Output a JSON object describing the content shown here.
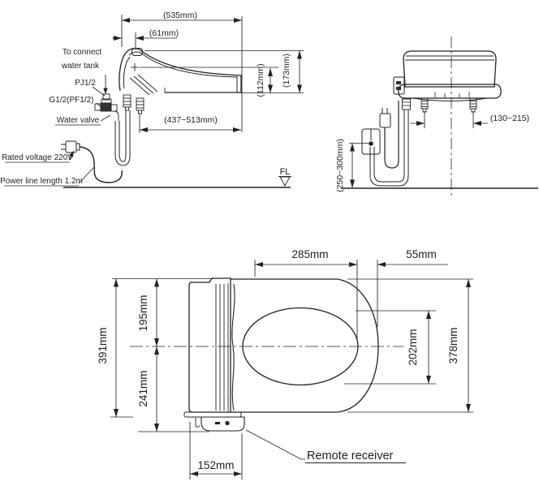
{
  "side_view": {
    "labels": {
      "to_connect_line1": "To connect",
      "to_connect_line2": "water tank",
      "pj": "PJ1/2",
      "g": "G1/2(PF1/2)",
      "water_valve": "Water valve",
      "rated_voltage": "Rated voltage 220V",
      "power_line": "Power line length 1.2m",
      "floor_level": "FL"
    },
    "dimensions": {
      "overall_length": "(535mm)",
      "front_offset": "(61mm)",
      "pivot_height": "(112mm)",
      "overall_height": "(173mm)",
      "mounting_range": "(437~513mm)"
    }
  },
  "rear_view": {
    "dimensions": {
      "bolt_spacing": "(130~215)",
      "supply_height": "(250~300mm)"
    }
  },
  "top_view": {
    "dimensions": {
      "front_to_bolt": "285mm",
      "bolt_to_rear": "55mm",
      "front_half": "195mm",
      "overall_width": "391mm",
      "rear_half": "241mm",
      "opening_length": "202mm",
      "seat_length": "378mm",
      "tank_width": "152mm"
    },
    "labels": {
      "remote_receiver": "Remote receiver"
    }
  },
  "colors": {
    "line": "#222222",
    "background": "#ffffff"
  }
}
